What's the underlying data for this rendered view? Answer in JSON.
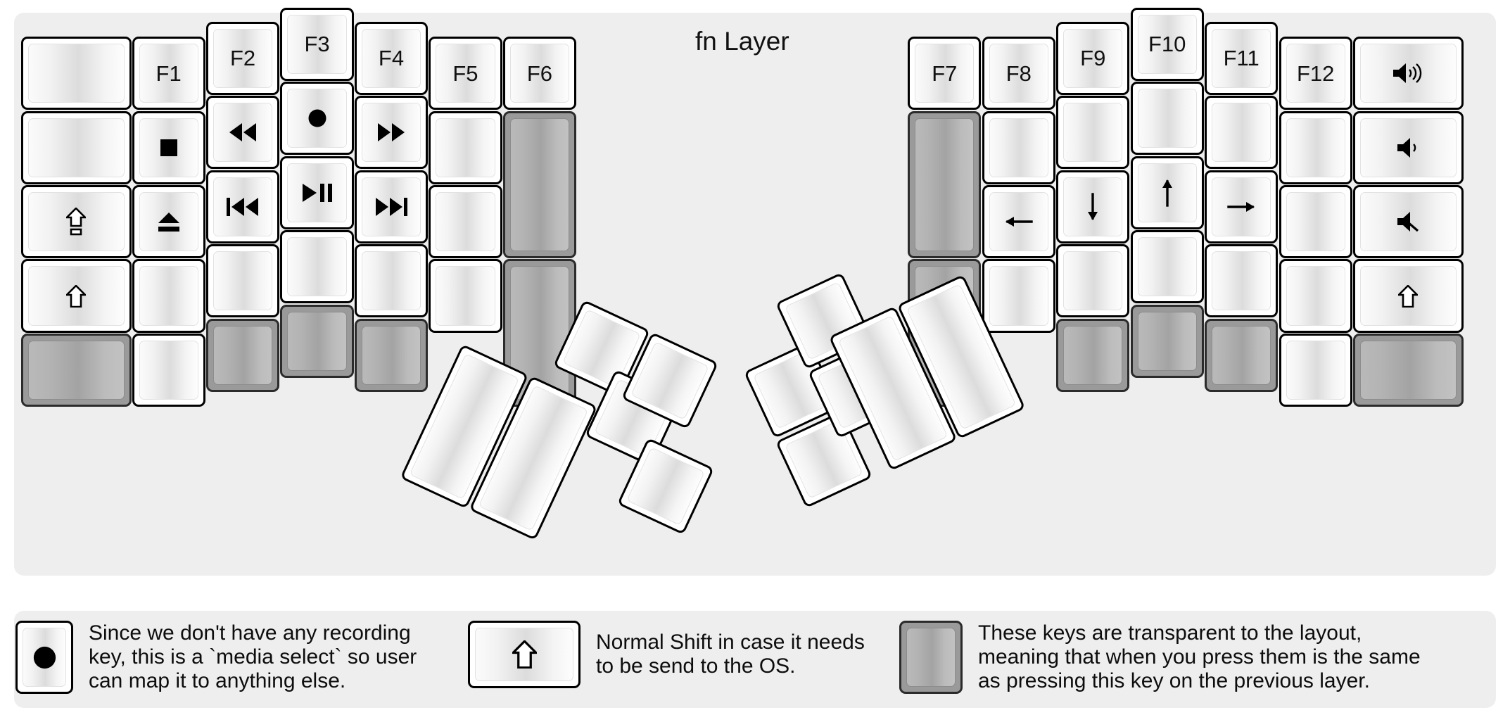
{
  "title": "fn Layer",
  "colors": {
    "background": "#eeeeee",
    "key_face": "#ffffff",
    "key_border": "#000000",
    "transparent_key": "#9a9a9a",
    "text": "#111111"
  },
  "keyboard": {
    "left_half": {
      "columns": [
        {
          "name": "col-pinky-outer",
          "keys": [
            {
              "label": "",
              "icon": "",
              "type": "normal"
            },
            {
              "label": "",
              "icon": "",
              "type": "normal"
            },
            {
              "label": "",
              "icon": "caps-lock-icon",
              "type": "normal"
            },
            {
              "label": "",
              "icon": "shift-icon",
              "type": "normal"
            },
            {
              "label": "",
              "icon": "",
              "type": "transparent"
            }
          ]
        },
        {
          "name": "col-pinky",
          "keys": [
            {
              "label": "F1",
              "icon": "",
              "type": "normal"
            },
            {
              "label": "",
              "icon": "media-stop-icon",
              "type": "normal"
            },
            {
              "label": "",
              "icon": "media-eject-icon",
              "type": "normal"
            },
            {
              "label": "",
              "icon": "",
              "type": "normal"
            },
            {
              "label": "",
              "icon": "",
              "type": "normal"
            }
          ]
        },
        {
          "name": "col-ring",
          "keys": [
            {
              "label": "F2",
              "icon": "",
              "type": "normal"
            },
            {
              "label": "",
              "icon": "media-rewind-icon",
              "type": "normal"
            },
            {
              "label": "",
              "icon": "media-prev-track-icon",
              "type": "normal"
            },
            {
              "label": "",
              "icon": "",
              "type": "normal"
            },
            {
              "label": "",
              "icon": "",
              "type": "transparent"
            }
          ]
        },
        {
          "name": "col-middle",
          "keys": [
            {
              "label": "F3",
              "icon": "",
              "type": "normal"
            },
            {
              "label": "",
              "icon": "media-record-icon",
              "type": "normal"
            },
            {
              "label": "",
              "icon": "media-play-pause-icon",
              "type": "normal"
            },
            {
              "label": "",
              "icon": "",
              "type": "normal"
            },
            {
              "label": "",
              "icon": "",
              "type": "transparent"
            }
          ]
        },
        {
          "name": "col-index",
          "keys": [
            {
              "label": "F4",
              "icon": "",
              "type": "normal"
            },
            {
              "label": "",
              "icon": "media-fast-forward-icon",
              "type": "normal"
            },
            {
              "label": "",
              "icon": "media-next-track-icon",
              "type": "normal"
            },
            {
              "label": "",
              "icon": "",
              "type": "normal"
            },
            {
              "label": "",
              "icon": "",
              "type": "transparent"
            }
          ]
        },
        {
          "name": "col-index-inner",
          "keys": [
            {
              "label": "F5",
              "icon": "",
              "type": "normal"
            },
            {
              "label": "",
              "icon": "",
              "type": "normal"
            },
            {
              "label": "",
              "icon": "",
              "type": "normal"
            },
            {
              "label": "",
              "icon": "",
              "type": "normal"
            }
          ]
        },
        {
          "name": "col-inner",
          "keys": [
            {
              "label": "F6",
              "icon": "",
              "type": "normal"
            },
            {
              "label": "",
              "icon": "",
              "type": "transparent"
            },
            {
              "label": "",
              "icon": "",
              "type": "transparent"
            }
          ]
        }
      ],
      "thumb_cluster": [
        {
          "name": "left-thumb-1",
          "label": "",
          "icon": "",
          "type": "normal"
        },
        {
          "name": "left-thumb-2",
          "label": "",
          "icon": "",
          "type": "normal"
        },
        {
          "name": "left-thumb-3",
          "label": "",
          "icon": "",
          "type": "normal"
        },
        {
          "name": "left-thumb-4",
          "label": "",
          "icon": "",
          "type": "normal"
        },
        {
          "name": "left-thumb-5",
          "label": "",
          "icon": "",
          "type": "normal"
        },
        {
          "name": "left-thumb-6",
          "label": "",
          "icon": "",
          "type": "normal"
        }
      ]
    },
    "right_half": {
      "columns": [
        {
          "name": "col-inner",
          "keys": [
            {
              "label": "F7",
              "icon": "",
              "type": "normal"
            },
            {
              "label": "",
              "icon": "",
              "type": "transparent"
            },
            {
              "label": "",
              "icon": "",
              "type": "transparent"
            }
          ]
        },
        {
          "name": "col-index-inner",
          "keys": [
            {
              "label": "F8",
              "icon": "",
              "type": "normal"
            },
            {
              "label": "",
              "icon": "",
              "type": "normal"
            },
            {
              "label": "",
              "icon": "arrow-left-icon",
              "type": "normal"
            },
            {
              "label": "",
              "icon": "",
              "type": "normal"
            }
          ]
        },
        {
          "name": "col-index",
          "keys": [
            {
              "label": "F9",
              "icon": "",
              "type": "normal"
            },
            {
              "label": "",
              "icon": "",
              "type": "normal"
            },
            {
              "label": "",
              "icon": "arrow-down-icon",
              "type": "normal"
            },
            {
              "label": "",
              "icon": "",
              "type": "normal"
            },
            {
              "label": "",
              "icon": "",
              "type": "transparent"
            }
          ]
        },
        {
          "name": "col-middle",
          "keys": [
            {
              "label": "F10",
              "icon": "",
              "type": "normal"
            },
            {
              "label": "",
              "icon": "",
              "type": "normal"
            },
            {
              "label": "",
              "icon": "arrow-up-icon",
              "type": "normal"
            },
            {
              "label": "",
              "icon": "",
              "type": "normal"
            },
            {
              "label": "",
              "icon": "",
              "type": "transparent"
            }
          ]
        },
        {
          "name": "col-ring",
          "keys": [
            {
              "label": "F11",
              "icon": "",
              "type": "normal"
            },
            {
              "label": "",
              "icon": "",
              "type": "normal"
            },
            {
              "label": "",
              "icon": "arrow-right-icon",
              "type": "normal"
            },
            {
              "label": "",
              "icon": "",
              "type": "normal"
            },
            {
              "label": "",
              "icon": "",
              "type": "transparent"
            }
          ]
        },
        {
          "name": "col-pinky",
          "keys": [
            {
              "label": "F12",
              "icon": "",
              "type": "normal"
            },
            {
              "label": "",
              "icon": "",
              "type": "normal"
            },
            {
              "label": "",
              "icon": "",
              "type": "normal"
            },
            {
              "label": "",
              "icon": "",
              "type": "normal"
            },
            {
              "label": "",
              "icon": "",
              "type": "normal"
            }
          ]
        },
        {
          "name": "col-pinky-outer",
          "keys": [
            {
              "label": "",
              "icon": "volume-up-icon",
              "type": "normal"
            },
            {
              "label": "",
              "icon": "volume-down-icon",
              "type": "normal"
            },
            {
              "label": "",
              "icon": "volume-mute-icon",
              "type": "normal"
            },
            {
              "label": "",
              "icon": "shift-icon",
              "type": "normal"
            },
            {
              "label": "",
              "icon": "",
              "type": "transparent"
            }
          ]
        }
      ],
      "thumb_cluster": [
        {
          "name": "right-thumb-1",
          "label": "",
          "icon": "",
          "type": "normal"
        },
        {
          "name": "right-thumb-2",
          "label": "",
          "icon": "",
          "type": "normal"
        },
        {
          "name": "right-thumb-3",
          "label": "",
          "icon": "",
          "type": "normal"
        },
        {
          "name": "right-thumb-4",
          "label": "",
          "icon": "",
          "type": "normal"
        },
        {
          "name": "right-thumb-5",
          "label": "",
          "icon": "",
          "type": "normal"
        },
        {
          "name": "right-thumb-6",
          "label": "",
          "icon": "",
          "type": "normal"
        }
      ]
    }
  },
  "legend_items": [
    {
      "icon": "media-record-icon",
      "key_type": "normal",
      "text": "Since we don't have any recording\nkey, this is a `media select` so user\ncan map it to anything else."
    },
    {
      "icon": "shift-icon",
      "key_type": "normal",
      "text": "Normal Shift in case it needs\nto be send to the OS."
    },
    {
      "icon": "",
      "key_type": "transparent",
      "text": "These keys are transparent to the layout,\nmeaning that when you press them is the same\nas pressing this key on the previous layer."
    }
  ]
}
